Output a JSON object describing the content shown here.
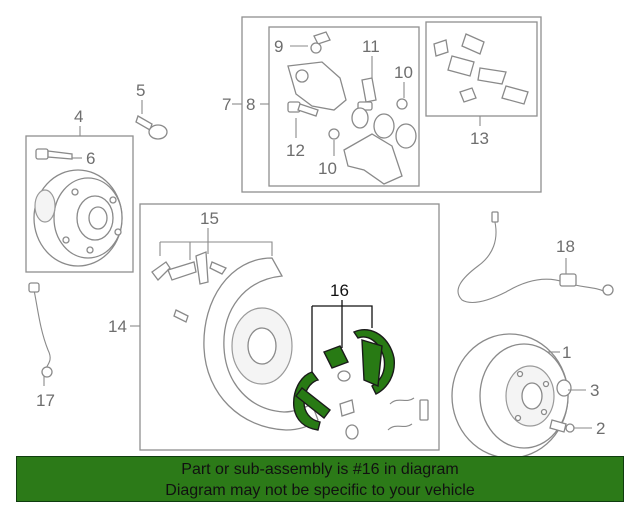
{
  "colors": {
    "highlight": "#287a14",
    "banner": "#2c7a18",
    "line": "#8a8a8a"
  },
  "callouts": {
    "c1": "1",
    "c2": "2",
    "c3": "3",
    "c4": "4",
    "c5": "5",
    "c6": "6",
    "c7": "7",
    "c8": "8",
    "c9": "9",
    "c10a": "10",
    "c10b": "10",
    "c11": "11",
    "c12": "12",
    "c13": "13",
    "c14": "14",
    "c15": "15",
    "c16": "16",
    "c17": "17",
    "c18": "18"
  },
  "highlighted_part": "16",
  "footer": {
    "line1": "Part or sub-assembly is #16 in diagram",
    "line2": "Diagram may not be specific to your vehicle"
  }
}
